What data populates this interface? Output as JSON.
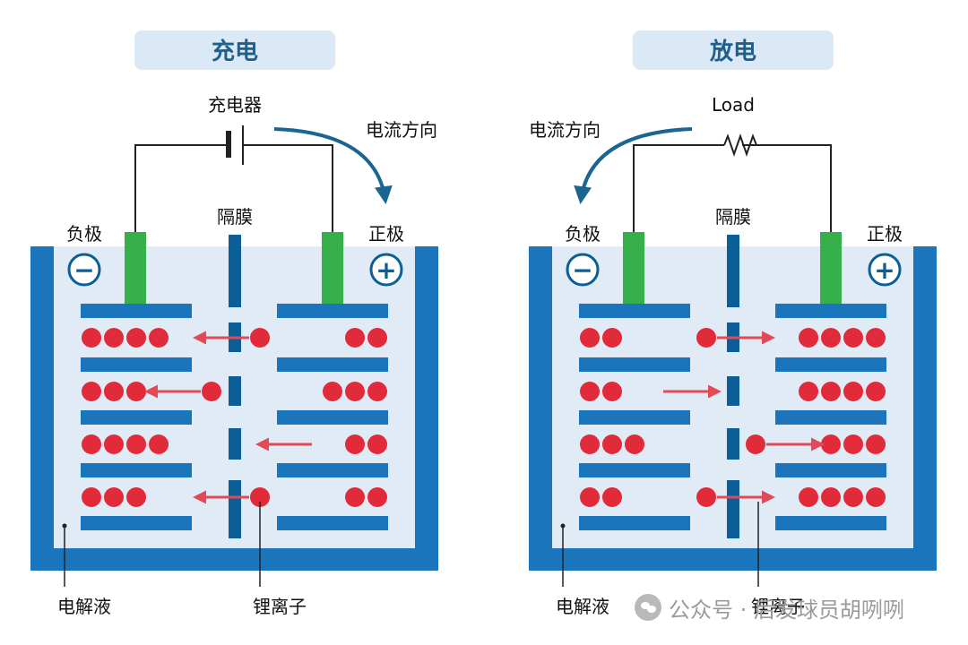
{
  "colors": {
    "container_blue": "#1b75bc",
    "electrolyte_fill": "#e1ebf5",
    "electrode_blue": "#1b75bc",
    "terminal_green": "#36b04a",
    "separator_blue": "#0b5f96",
    "ion_red": "#e12a3a",
    "arrow_red": "#e24a57",
    "current_arrow": "#1a6690",
    "title_pill_bg": "#dbe8f5",
    "title_text": "#1f5f8c",
    "wire": "#222222",
    "label_text": "#111111"
  },
  "panels": [
    {
      "title": "充电",
      "source_label": "充电器",
      "source_icon": "battery-symbol",
      "current_label": "电流方向",
      "current_direction": "clockwise-right",
      "negative_label": "负极",
      "positive_label": "正极",
      "negative_sign": "−",
      "positive_sign": "+",
      "separator_label": "隔膜",
      "electrolyte_label": "电解液",
      "ion_label": "锂离子",
      "rows": [
        {
          "left_ions": 4,
          "right_ions": 2,
          "moving_ion": "right",
          "arrow": "toward-left"
        },
        {
          "left_ions": 3,
          "right_ions": 3,
          "moving_ion": "left",
          "arrow": "toward-left"
        },
        {
          "left_ions": 4,
          "right_ions": 2,
          "moving_ion": "none",
          "arrow": "toward-left"
        },
        {
          "left_ions": 3,
          "right_ions": 2,
          "moving_ion": "right",
          "arrow": "toward-left"
        }
      ]
    },
    {
      "title": "放电",
      "source_label": "Load",
      "source_icon": "resistor-symbol",
      "current_label": "电流方向",
      "current_direction": "counterclockwise-left",
      "negative_label": "负极",
      "positive_label": "正极",
      "negative_sign": "−",
      "positive_sign": "+",
      "separator_label": "隔膜",
      "electrolyte_label": "电解液",
      "ion_label": "锂离子",
      "rows": [
        {
          "left_ions": 2,
          "right_ions": 4,
          "moving_ion": "left",
          "arrow": "toward-right"
        },
        {
          "left_ions": 2,
          "right_ions": 4,
          "moving_ion": "none",
          "arrow": "toward-right"
        },
        {
          "left_ions": 3,
          "right_ions": 3,
          "moving_ion": "right",
          "arrow": "toward-right"
        },
        {
          "left_ions": 2,
          "right_ions": 4,
          "moving_ion": "left",
          "arrow": "toward-right"
        }
      ]
    }
  ],
  "watermark": {
    "text": "公众号 · 后发球员胡咧咧",
    "icon": "wechat-icon"
  }
}
